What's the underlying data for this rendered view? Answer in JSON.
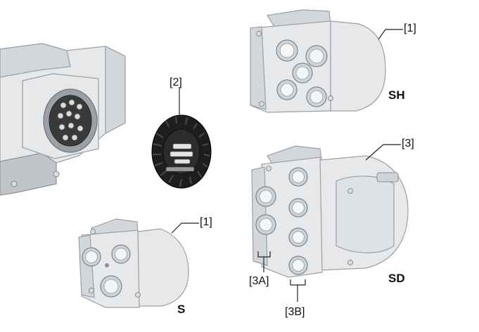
{
  "labels": {
    "callout_1_top": "[1]",
    "callout_2": "[2]",
    "callout_3": "[3]",
    "callout_1_bottom": "[1]",
    "callout_3a": "[3A]",
    "callout_3b": "[3B]"
  },
  "variants": {
    "sh": "SH",
    "sd": "SD",
    "s": "S"
  },
  "colors": {
    "housing": "#e6e8ea",
    "outline": "#9aa0a6",
    "plug_insert": "#1e1e1e"
  }
}
